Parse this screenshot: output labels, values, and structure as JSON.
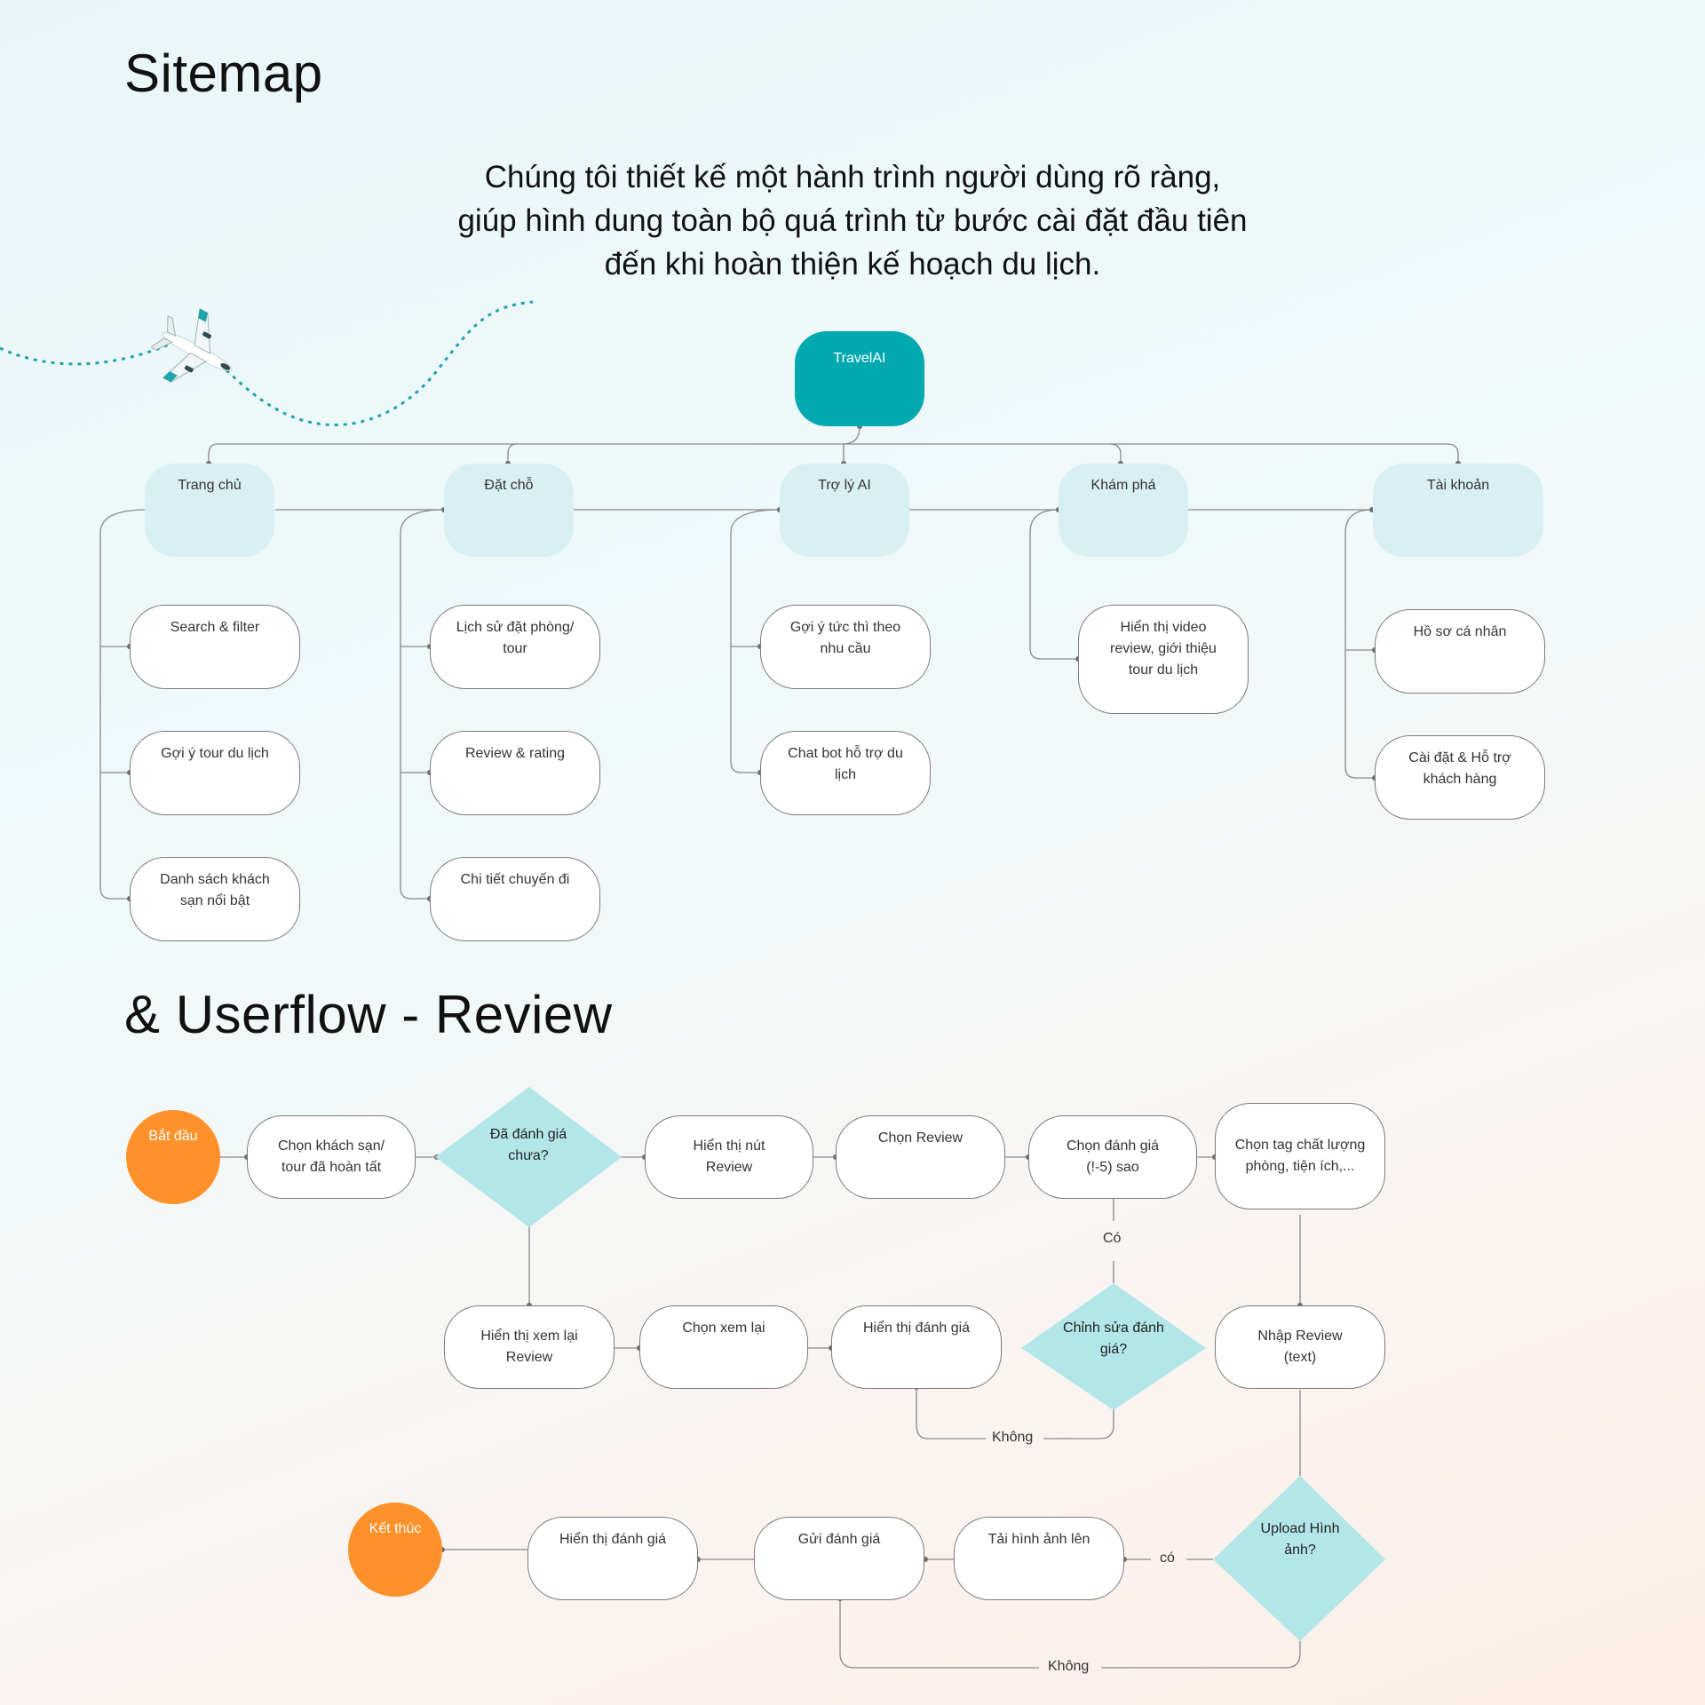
{
  "header": {
    "sitemap_title": "Sitemap",
    "intro_line1": "Chúng tôi thiết kế một hành trình người dùng rõ ràng,",
    "intro_line2": "giúp hình dung toàn bộ quá trình từ bước cài đặt đầu tiên",
    "intro_line3": "đến khi hoàn thiện kế hoạch du lịch.",
    "userflow_title": "& Userflow - Review"
  },
  "colors": {
    "primary": "#00a9b0",
    "category_fill": "#d9f0f3",
    "decision_fill": "#b2e6e8",
    "terminal": "#ff912a",
    "flight_path": "#1fa4ad"
  },
  "sitemap": {
    "root": "TravelAI",
    "categories": [
      {
        "label": "Trang chủ",
        "items": [
          "Search & filter",
          "Gợi ý tour du lịch",
          "Danh sách khách sạn nổi bật"
        ]
      },
      {
        "label": "Đặt chỗ",
        "items": [
          "Lịch sử đặt phòng/ tour",
          "Review & rating",
          "Chi tiết chuyến đi"
        ]
      },
      {
        "label": "Trợ lý AI",
        "items": [
          "Gợi ý tức thì theo nhu cầu",
          "Chat bot hỗ trợ du lịch"
        ]
      },
      {
        "label": "Khám phá",
        "items": [
          "Hiển thị video review, giới thiệu tour du lịch"
        ]
      },
      {
        "label": "Tài khoản",
        "items": [
          "Hồ sơ cá nhân",
          "Cài đặt & Hỗ trợ khách hàng"
        ]
      }
    ]
  },
  "userflow": {
    "start": "Bắt đầu",
    "end": "Kết thúc",
    "steps": {
      "choose_hotel": "Chọn khách sạn/ tour đã hoàn tất",
      "decision_reviewed": "Đã đánh giá chưa?",
      "show_review_button": "Hiển thị nút Review",
      "choose_review": "Chọn Review",
      "choose_rating": "Chọn đánh giá (!-5) sao",
      "choose_tags": "Chọn tag chất lượng phòng, tiện ích,...",
      "show_review_again": "Hiển thị xem lại Review",
      "choose_view_again": "Chọn xem lại",
      "show_rating": "Hiển thị đánh giá",
      "decision_edit": "Chỉnh sửa đánh giá?",
      "enter_review": "Nhập Review (text)",
      "decision_upload": "Upload Hình ảnh?",
      "upload_image": "Tải hình ảnh lên",
      "send_rating": "Gửi đánh giá",
      "show_rating_final": "Hiển thị đánh giá"
    },
    "edge_labels": {
      "yes_edit": "Có",
      "no_edit": "Không",
      "yes_upload": "có",
      "no_upload": "Không"
    }
  }
}
